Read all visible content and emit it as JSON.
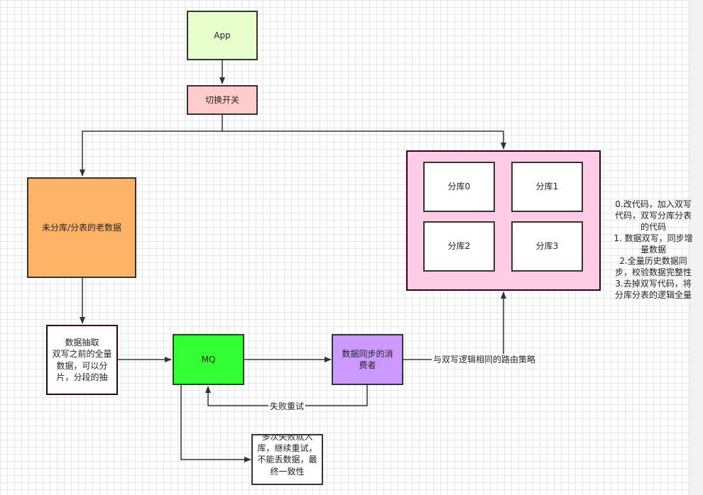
{
  "nodes": {
    "app": "App",
    "switch": "切换开关",
    "old_data": "未分库/分表的老数据",
    "extract": "数据抽取\n双写之前的全量数据，可以分片，分段的抽",
    "mq": "MQ",
    "consumer": "数据同步的消费者",
    "shard0": "分库0",
    "shard1": "分库1",
    "shard2": "分库2",
    "shard3": "分库3",
    "dead_letter": "多次失败就入库，继续重试，不能丢数据，最终一致性"
  },
  "edges": {
    "retry_label": "失败重试",
    "route_label": "与双写逻辑相同的路由策略"
  },
  "notes": {
    "steps": "0.改代码，加入双写\n代码，双写分库分表\n的代码\n1. 数据双写，同步增\n量数据\n2.全量历史数据同\n步，校验数据完整性\n3.去掉双写代码，将\n分库分表的逻辑全量"
  },
  "colors": {
    "app_fill": "#e6ffcc",
    "switch_fill": "#ffcccc",
    "old_data_fill": "#ffb366",
    "mq_fill": "#33ff33",
    "consumer_fill": "#cc99ff",
    "shard_group_fill": "#ffcce6",
    "edge": "#333333"
  }
}
